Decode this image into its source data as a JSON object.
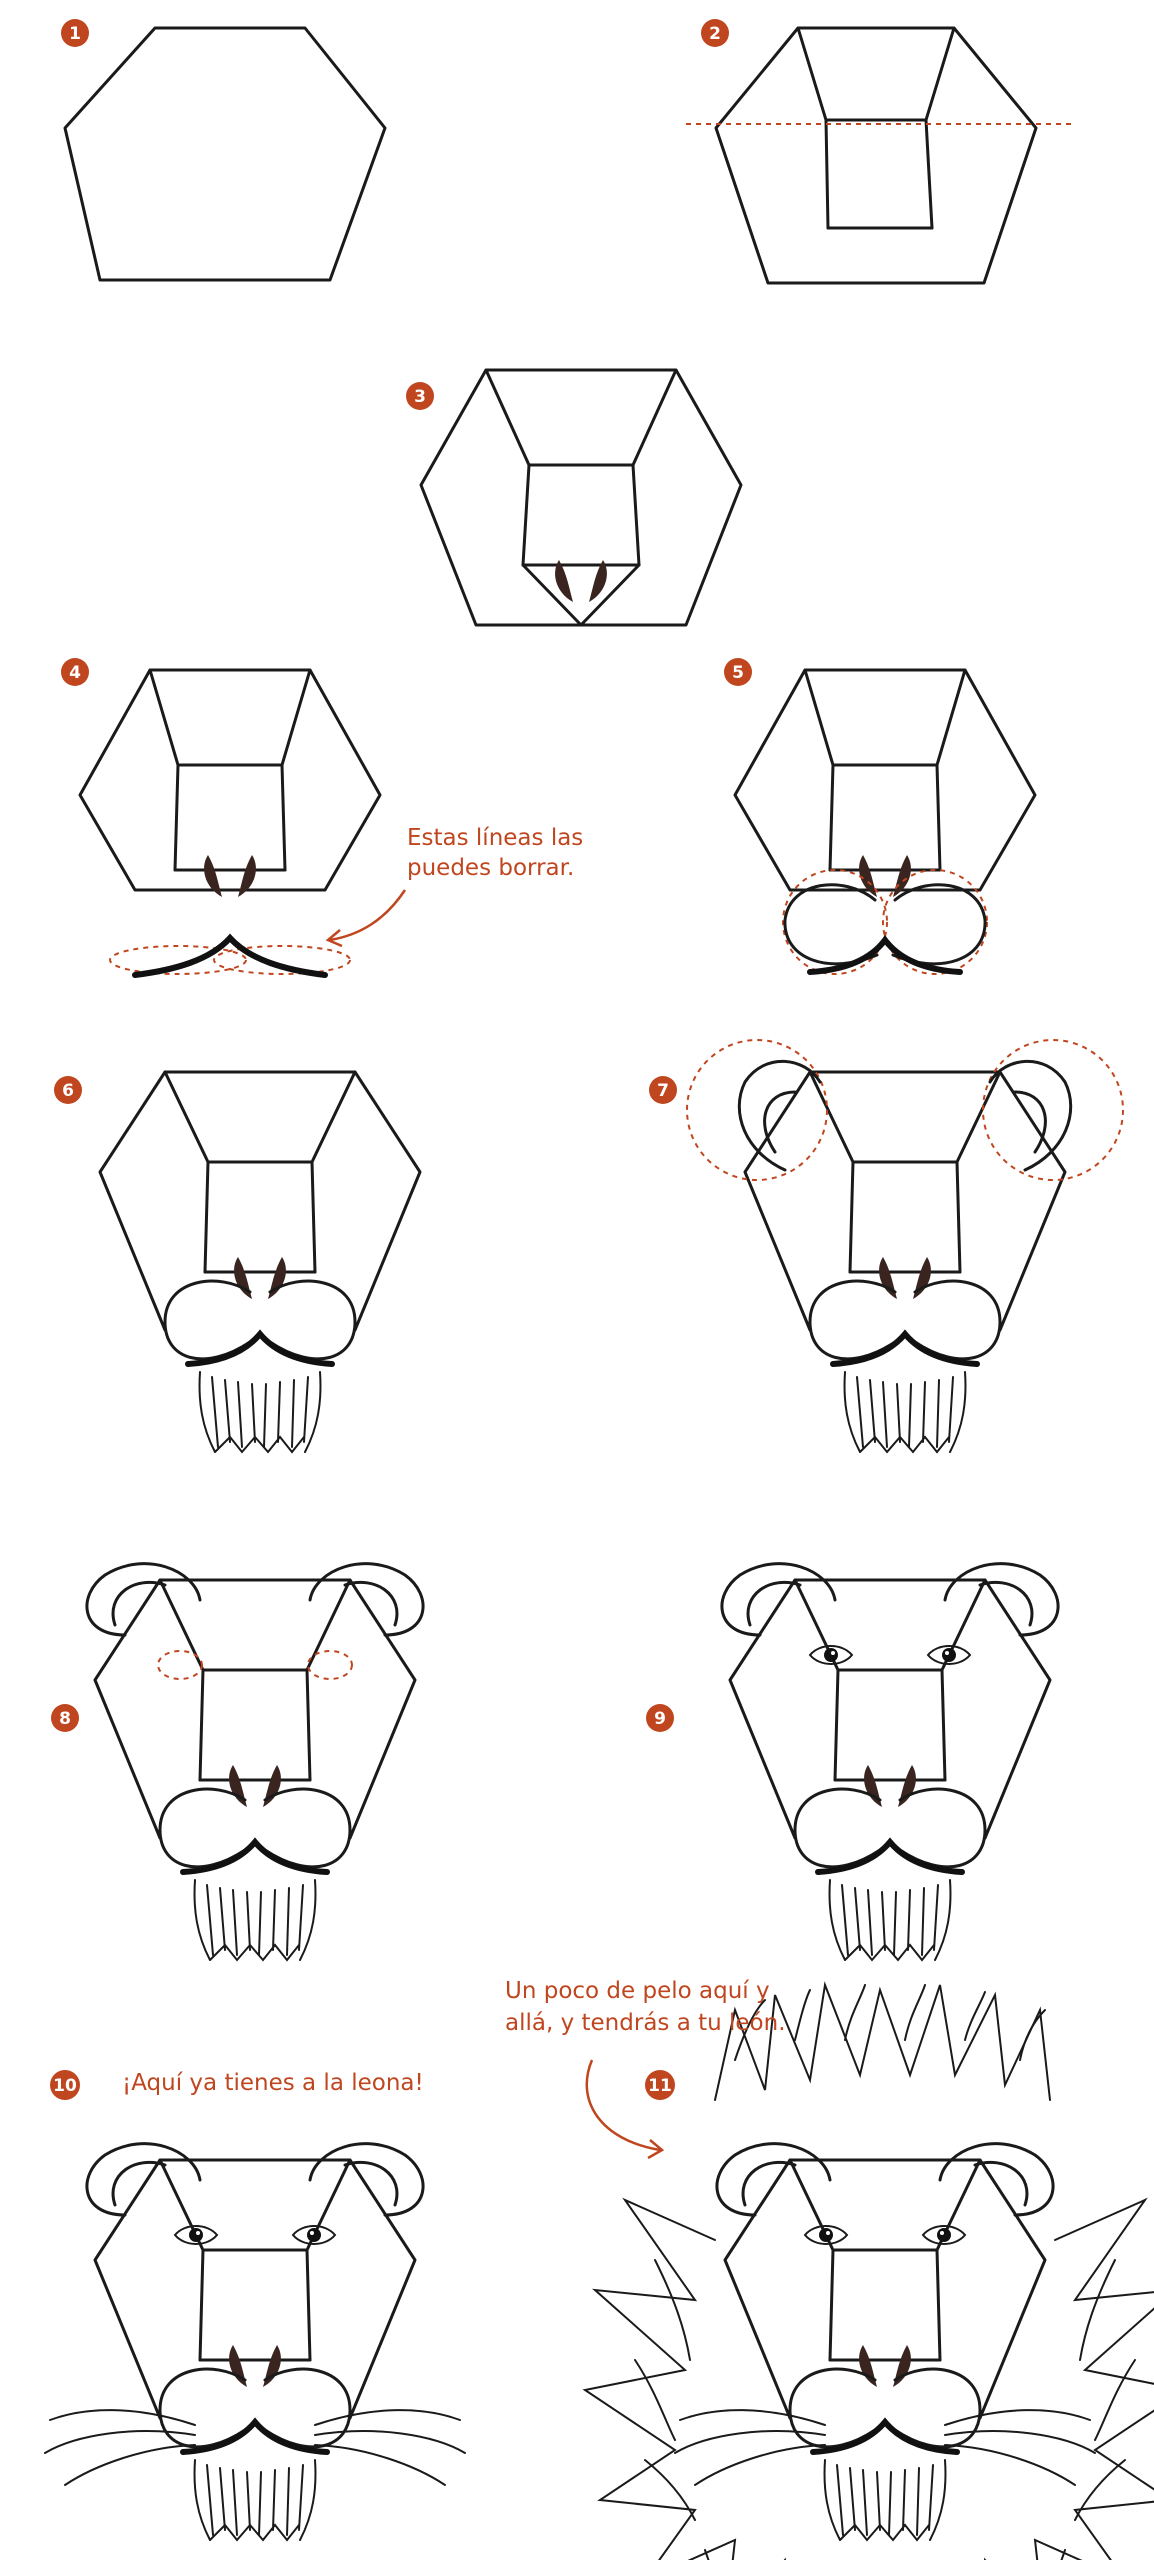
{
  "colors": {
    "accent": "#c0461f",
    "ink": "#1a1a1a"
  },
  "steps": [
    {
      "number": "1"
    },
    {
      "number": "2"
    },
    {
      "number": "3"
    },
    {
      "number": "4"
    },
    {
      "number": "5"
    },
    {
      "number": "6"
    },
    {
      "number": "7"
    },
    {
      "number": "8"
    },
    {
      "number": "9"
    },
    {
      "number": "10"
    },
    {
      "number": "11"
    }
  ],
  "notes": {
    "erase_line1": "Estas líneas las",
    "erase_line2": "puedes borrar.",
    "lioness": "¡Aquí ya tienes a la leona!",
    "lion_line1": "Un poco de pelo aquí y",
    "lion_line2": "allá, y tendrás a tu león."
  }
}
